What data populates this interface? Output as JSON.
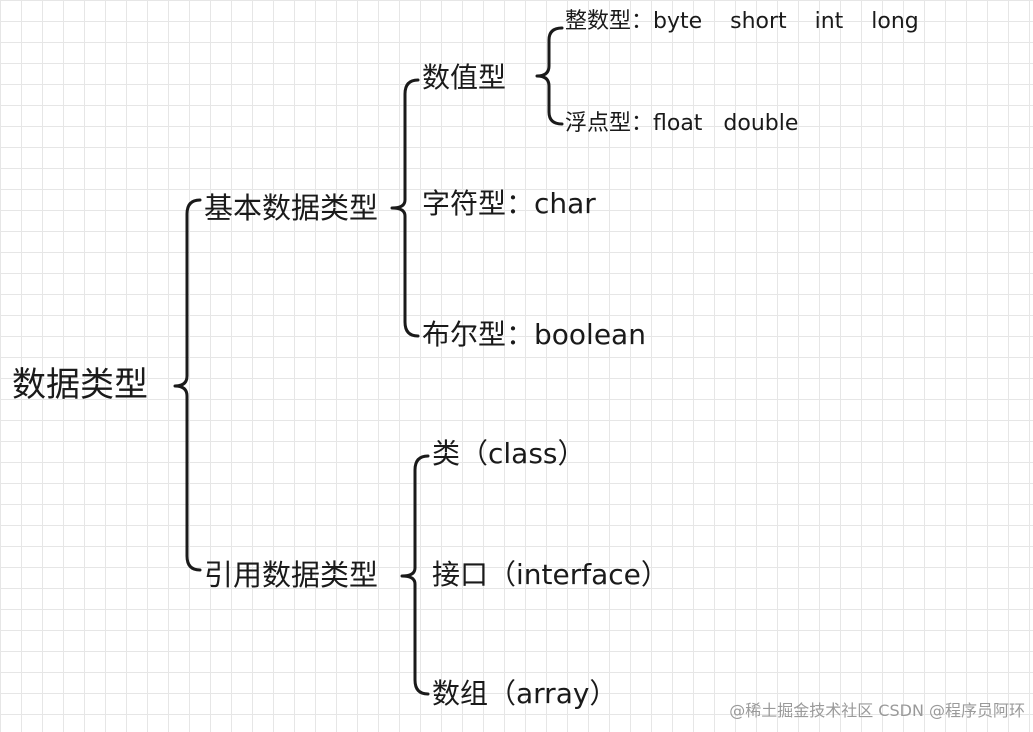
{
  "nodes": {
    "root": "数据类型",
    "primitive": "基本数据类型",
    "reference": "引用数据类型",
    "numeric": "数值型",
    "integer": "整数型：byte    short    int    long",
    "float": "浮点型：float   double",
    "char": "字符型：char",
    "boolean": "布尔型：boolean",
    "class": "类（class）",
    "interface": "接口（interface）",
    "array": "数组（array）"
  },
  "watermark": "@稀土掘金技术社区 CSDN @程序员阿环"
}
